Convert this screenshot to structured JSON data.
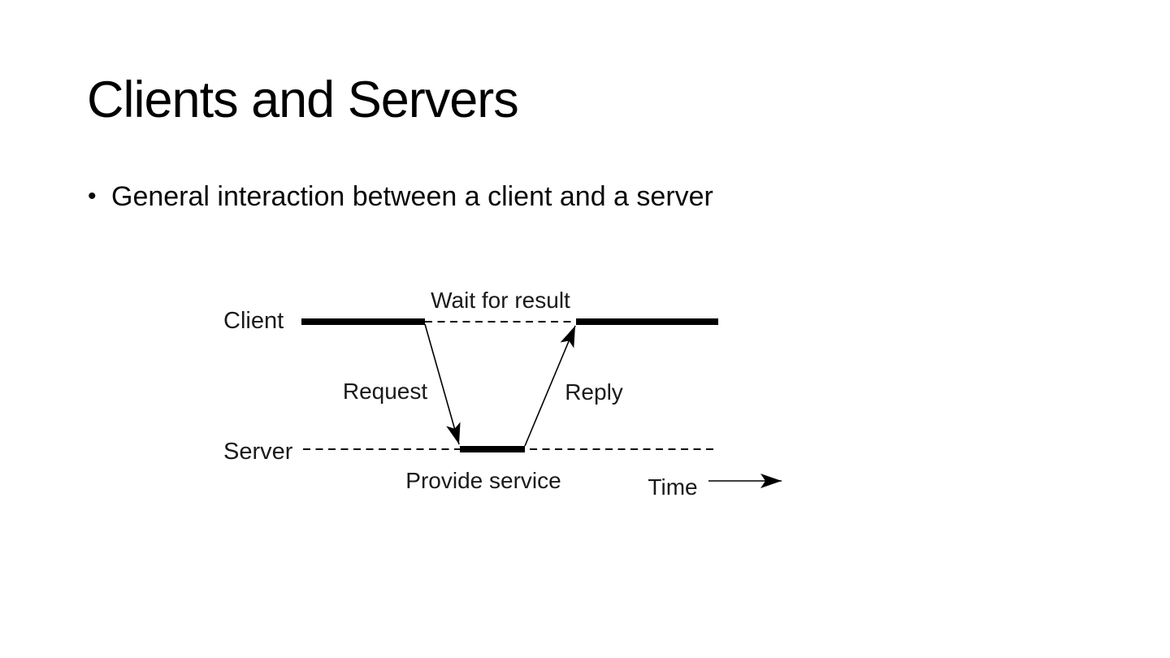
{
  "slide": {
    "title": "Clients and Servers",
    "bullet_glyph": "•",
    "bullet_text": "General interaction between a client and a server"
  },
  "diagram": {
    "labels": {
      "client": "Client",
      "server": "Server",
      "wait": "Wait for result",
      "request": "Request",
      "reply": "Reply",
      "provide_service": "Provide service",
      "time": "Time"
    },
    "colors": {
      "ink": "#000000",
      "label_ink": "#1a1a1a",
      "background": "#ffffff"
    }
  }
}
